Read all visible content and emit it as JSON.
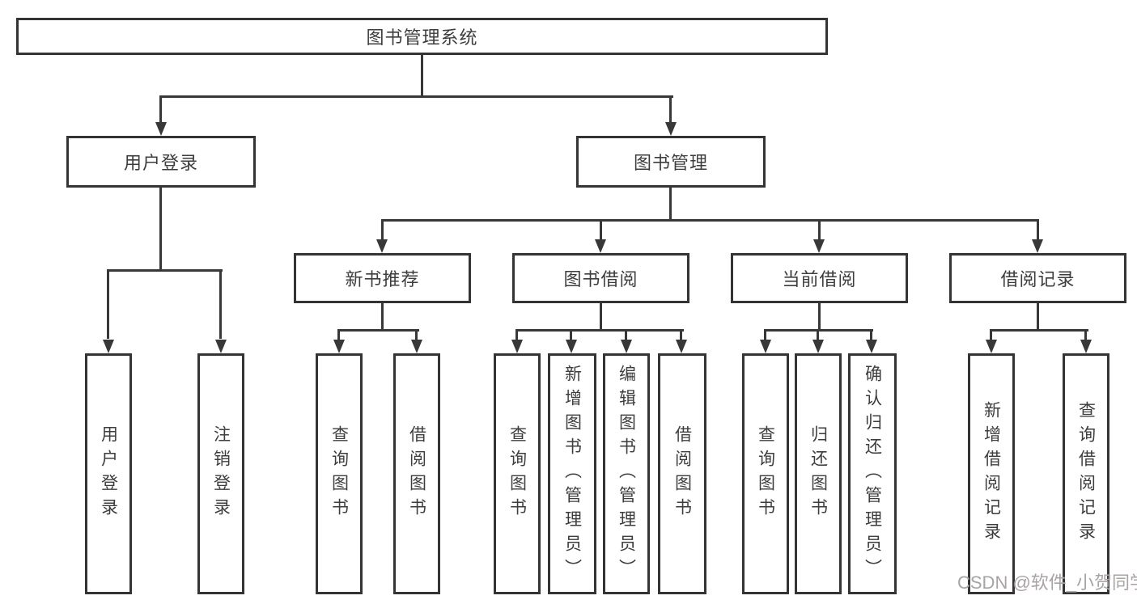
{
  "diagram": {
    "title": "图书管理系统",
    "root": {
      "label": "图书管理系统"
    },
    "level2": [
      {
        "label": "用户登录"
      },
      {
        "label": "图书管理"
      }
    ],
    "level3": [
      {
        "label": "新书推荐",
        "parent": "图书管理"
      },
      {
        "label": "图书借阅",
        "parent": "图书管理"
      },
      {
        "label": "当前借阅",
        "parent": "图书管理"
      },
      {
        "label": "借阅记录",
        "parent": "图书管理"
      }
    ],
    "leaves": [
      {
        "label": "用户登录",
        "parent": "用户登录"
      },
      {
        "label": "注销登录",
        "parent": "用户登录"
      },
      {
        "label": "查询图书",
        "parent": "新书推荐"
      },
      {
        "label": "借阅图书",
        "parent": "新书推荐"
      },
      {
        "label": "查询图书",
        "parent": "图书借阅"
      },
      {
        "label": "新增图书（管理员）",
        "parent": "图书借阅"
      },
      {
        "label": "编辑图书（管理员）",
        "parent": "图书借阅"
      },
      {
        "label": "借阅图书",
        "parent": "图书借阅"
      },
      {
        "label": "查询图书",
        "parent": "当前借阅"
      },
      {
        "label": "归还图书",
        "parent": "当前借阅"
      },
      {
        "label": "确认归还（管理员）",
        "parent": "当前借阅"
      },
      {
        "label": "新增借阅记录",
        "parent": "借阅记录"
      },
      {
        "label": "查询借阅记录",
        "parent": "借阅记录"
      }
    ],
    "colors": {
      "line": "#383838",
      "box_border": "#343434",
      "text": "#3d3d3d",
      "background": "#ffffff",
      "watermark_text": "#aaa3a3"
    }
  },
  "watermark": {
    "text": "CSDN @软件_小贺同学"
  }
}
